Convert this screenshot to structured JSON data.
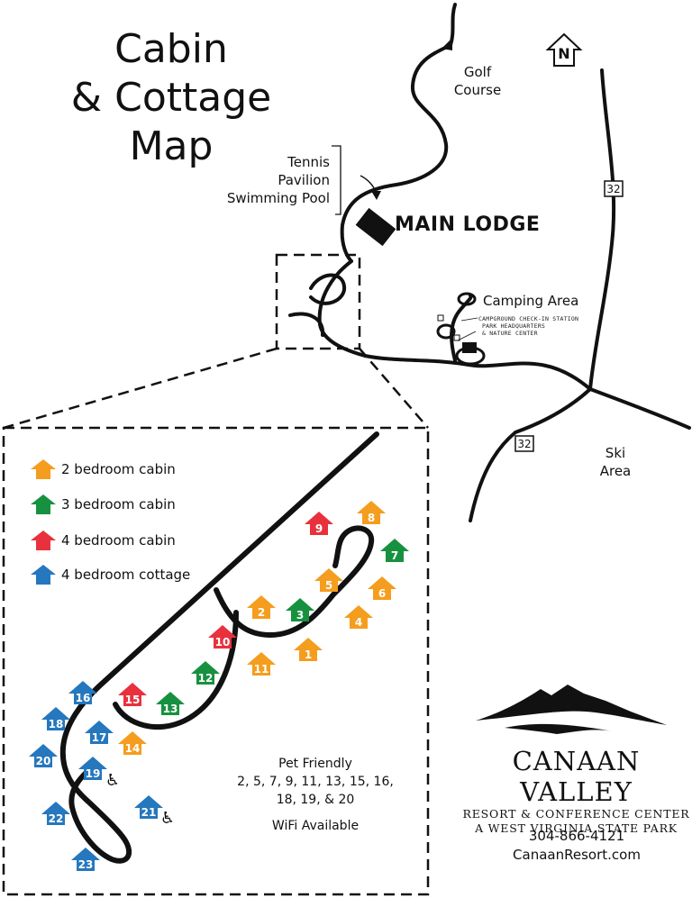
{
  "title_lines": [
    "Cabin",
    "& Cottage",
    "Map"
  ],
  "labels": {
    "golf": [
      "Golf",
      "Course"
    ],
    "amenities": [
      "Tennis",
      "Pavilion",
      "Swimming Pool"
    ],
    "main_lodge": "MAIN LODGE",
    "camping": "Camping Area",
    "campground_notes": [
      "CAMPGROUND CHECK-IN STATION",
      "PARK HEADQUARTERS",
      "& NATURE CENTER"
    ],
    "ski": [
      "Ski",
      "Area"
    ],
    "route_north": "32",
    "route_south": "32",
    "north": "N"
  },
  "legend": [
    {
      "label": "2 bedroom cabin",
      "color": "#F59D1E"
    },
    {
      "label": "3 bedroom cabin",
      "color": "#17913F"
    },
    {
      "label": "4 bedroom cabin",
      "color": "#E8313D"
    },
    {
      "label": "4 bedroom cottage",
      "color": "#2577BE"
    }
  ],
  "cabins": [
    {
      "num": "1",
      "type": "2 bedroom cabin"
    },
    {
      "num": "2",
      "type": "2 bedroom cabin"
    },
    {
      "num": "3",
      "type": "3 bedroom cabin"
    },
    {
      "num": "4",
      "type": "2 bedroom cabin"
    },
    {
      "num": "5",
      "type": "2 bedroom cabin"
    },
    {
      "num": "6",
      "type": "2 bedroom cabin"
    },
    {
      "num": "7",
      "type": "3 bedroom cabin"
    },
    {
      "num": "8",
      "type": "2 bedroom cabin"
    },
    {
      "num": "9",
      "type": "4 bedroom cabin"
    },
    {
      "num": "10",
      "type": "4 bedroom cabin"
    },
    {
      "num": "11",
      "type": "2 bedroom cabin"
    },
    {
      "num": "12",
      "type": "3 bedroom cabin"
    },
    {
      "num": "13",
      "type": "3 bedroom cabin"
    },
    {
      "num": "14",
      "type": "2 bedroom cabin"
    },
    {
      "num": "15",
      "type": "4 bedroom cabin"
    },
    {
      "num": "16",
      "type": "4 bedroom cottage"
    },
    {
      "num": "17",
      "type": "4 bedroom cottage"
    },
    {
      "num": "18",
      "type": "4 bedroom cottage"
    },
    {
      "num": "19",
      "type": "4 bedroom cottage"
    },
    {
      "num": "20",
      "type": "4 bedroom cottage"
    },
    {
      "num": "21",
      "type": "4 bedroom cottage"
    },
    {
      "num": "22",
      "type": "4 bedroom cottage"
    },
    {
      "num": "23",
      "type": "4 bedroom cottage"
    }
  ],
  "accessible_icon": "wheelchair-icon",
  "pet_friendly": {
    "title": "Pet Friendly",
    "lines": [
      "2, 5, 7, 9, 11, 13, 15, 16,",
      "18, 19, & 20"
    ],
    "wifi": "WiFi Available"
  },
  "brand": {
    "name": "CANAAN VALLEY",
    "line1": "RESORT & CONFERENCE CENTER",
    "line2": "A WEST VIRGINIA STATE PARK",
    "phone": "304-866-4121",
    "website": "CanaanResort.com"
  }
}
